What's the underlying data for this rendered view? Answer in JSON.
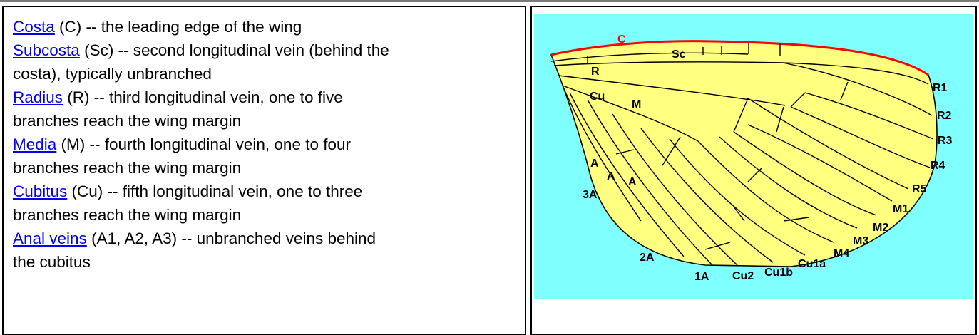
{
  "entries": [
    {
      "term": "Costa",
      "lines": [
        " (C) -- the leading edge of the wing"
      ]
    },
    {
      "term": "Subcosta",
      "lines": [
        " (Sc) -- second longitudinal vein (behind the",
        "costa), typically unbranched"
      ]
    },
    {
      "term": "Radius",
      "lines": [
        " (R) -- third longitudinal vein, one to five",
        "branches reach the wing margin"
      ]
    },
    {
      "term": "Media",
      "lines": [
        " (M) -- fourth longitudinal vein, one to four",
        "branches reach the wing margin"
      ]
    },
    {
      "term": "Cubitus",
      "lines": [
        " (Cu) -- fifth longitudinal vein, one to three",
        "branches reach the wing margin"
      ]
    },
    {
      "term": "Anal veins",
      "lines": [
        " (A1, A2, A3) -- unbranched veins behind",
        "the cubitus"
      ]
    }
  ],
  "wing_labels": {
    "c": "C",
    "sc": "Sc",
    "r": "R",
    "cu": "Cu",
    "m": "M",
    "a1": "A",
    "a2": "A",
    "a3": "A",
    "an3": "3A",
    "an2": "2A",
    "an1": "1A",
    "r1": "R1",
    "r2": "R2",
    "r3": "R3",
    "r4": "R4",
    "r5": "R5",
    "m1": "M1",
    "m2": "M2",
    "m3": "M3",
    "m4": "M4",
    "cu2": "Cu2",
    "cu1b": "Cu1b",
    "cu1a": "Cu1a"
  },
  "colors": {
    "background": "#80ffff",
    "wing": "#ffff80",
    "costa": "#ff0000",
    "link": "#0000ee"
  }
}
